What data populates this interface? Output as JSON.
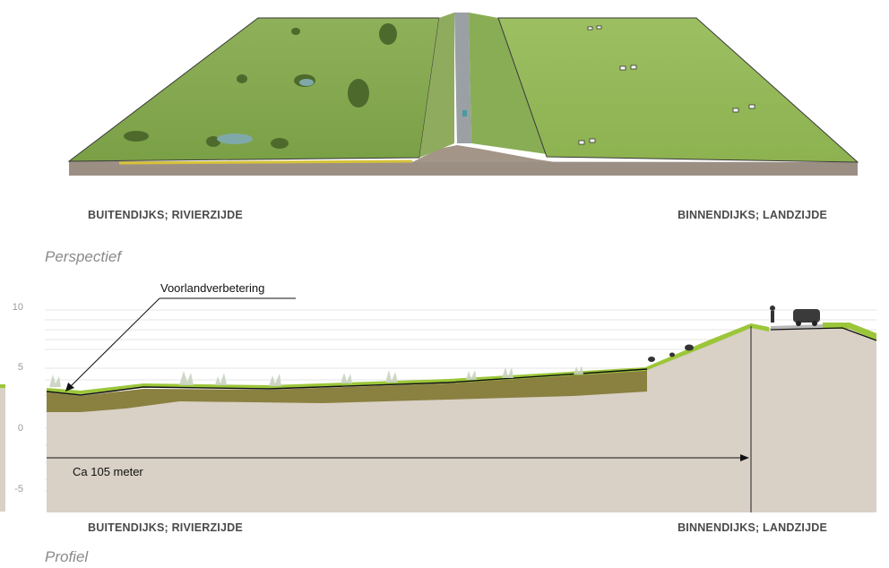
{
  "perspective": {
    "left_label": "BUITENDIJKS; RIVIERZIJDE",
    "right_label": "BINNENDIJKS; LANDZIJDE",
    "caption": "Perspectief"
  },
  "profile": {
    "y_ticks": [
      "10",
      "5",
      "0",
      "-5"
    ],
    "annotation": "Voorlandverbetering",
    "dimension_label": "Ca 105 meter",
    "left_label": "BUITENDIJKS; RIVIERZIJDE",
    "right_label": "BINNENDIJKS; LANDZIJDE",
    "caption": "Profiel"
  },
  "colors": {
    "grass": "#9cc63a",
    "grass_dark": "#6e9a2a",
    "soil": "#d9d0c6",
    "clay": "#8a8040",
    "ground_side": "#9b8f84",
    "yellow_edge": "#d6c23a",
    "road": "#9aa0a4"
  }
}
